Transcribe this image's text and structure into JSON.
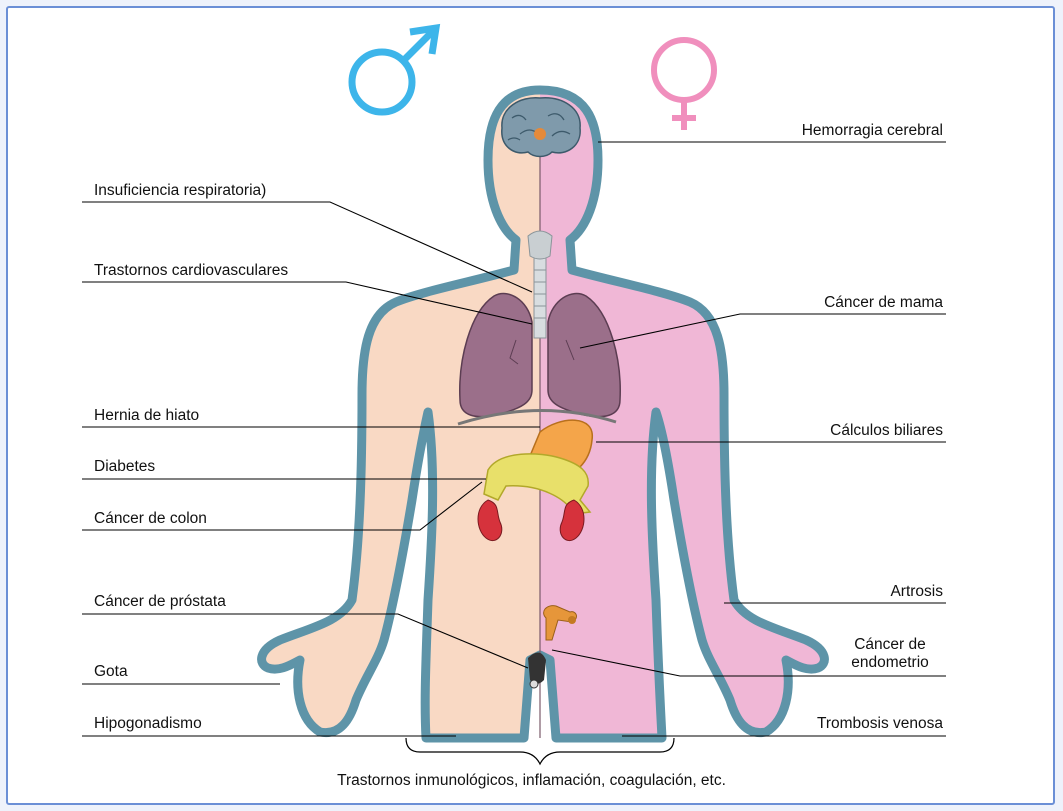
{
  "colors": {
    "male_symbol": "#3db5ea",
    "female_symbol": "#f08fbd",
    "male_skin": "#f9d9c4",
    "female_skin": "#f0b7d6",
    "outline": "#5e94a8",
    "frame": "#6b8fd6"
  },
  "symbols": {
    "male": "male-symbol-icon",
    "female": "female-symbol-icon"
  },
  "labels_left": {
    "insuficiencia": "Insuficiencia respiratoria)",
    "cardiovasculares": "Trastornos cardiovasculares",
    "hernia": "Hernia de hiato",
    "diabetes": "Diabetes",
    "colon": "Cáncer de colon",
    "prostata": "Cáncer de próstata",
    "gota": "Gota",
    "hipogonadismo": "Hipogonadismo"
  },
  "labels_right": {
    "hemorragia": "Hemorragia cerebral",
    "mama": "Cáncer de mama",
    "calculos": "Cálculos biliares",
    "artrosis": "Artrosis",
    "endometrio_1": "Cáncer de",
    "endometrio_2": "endometrio",
    "trombosis": "Trombosis venosa"
  },
  "footer": "Trastornos inmunológicos, inflamación, coagulación, etc."
}
